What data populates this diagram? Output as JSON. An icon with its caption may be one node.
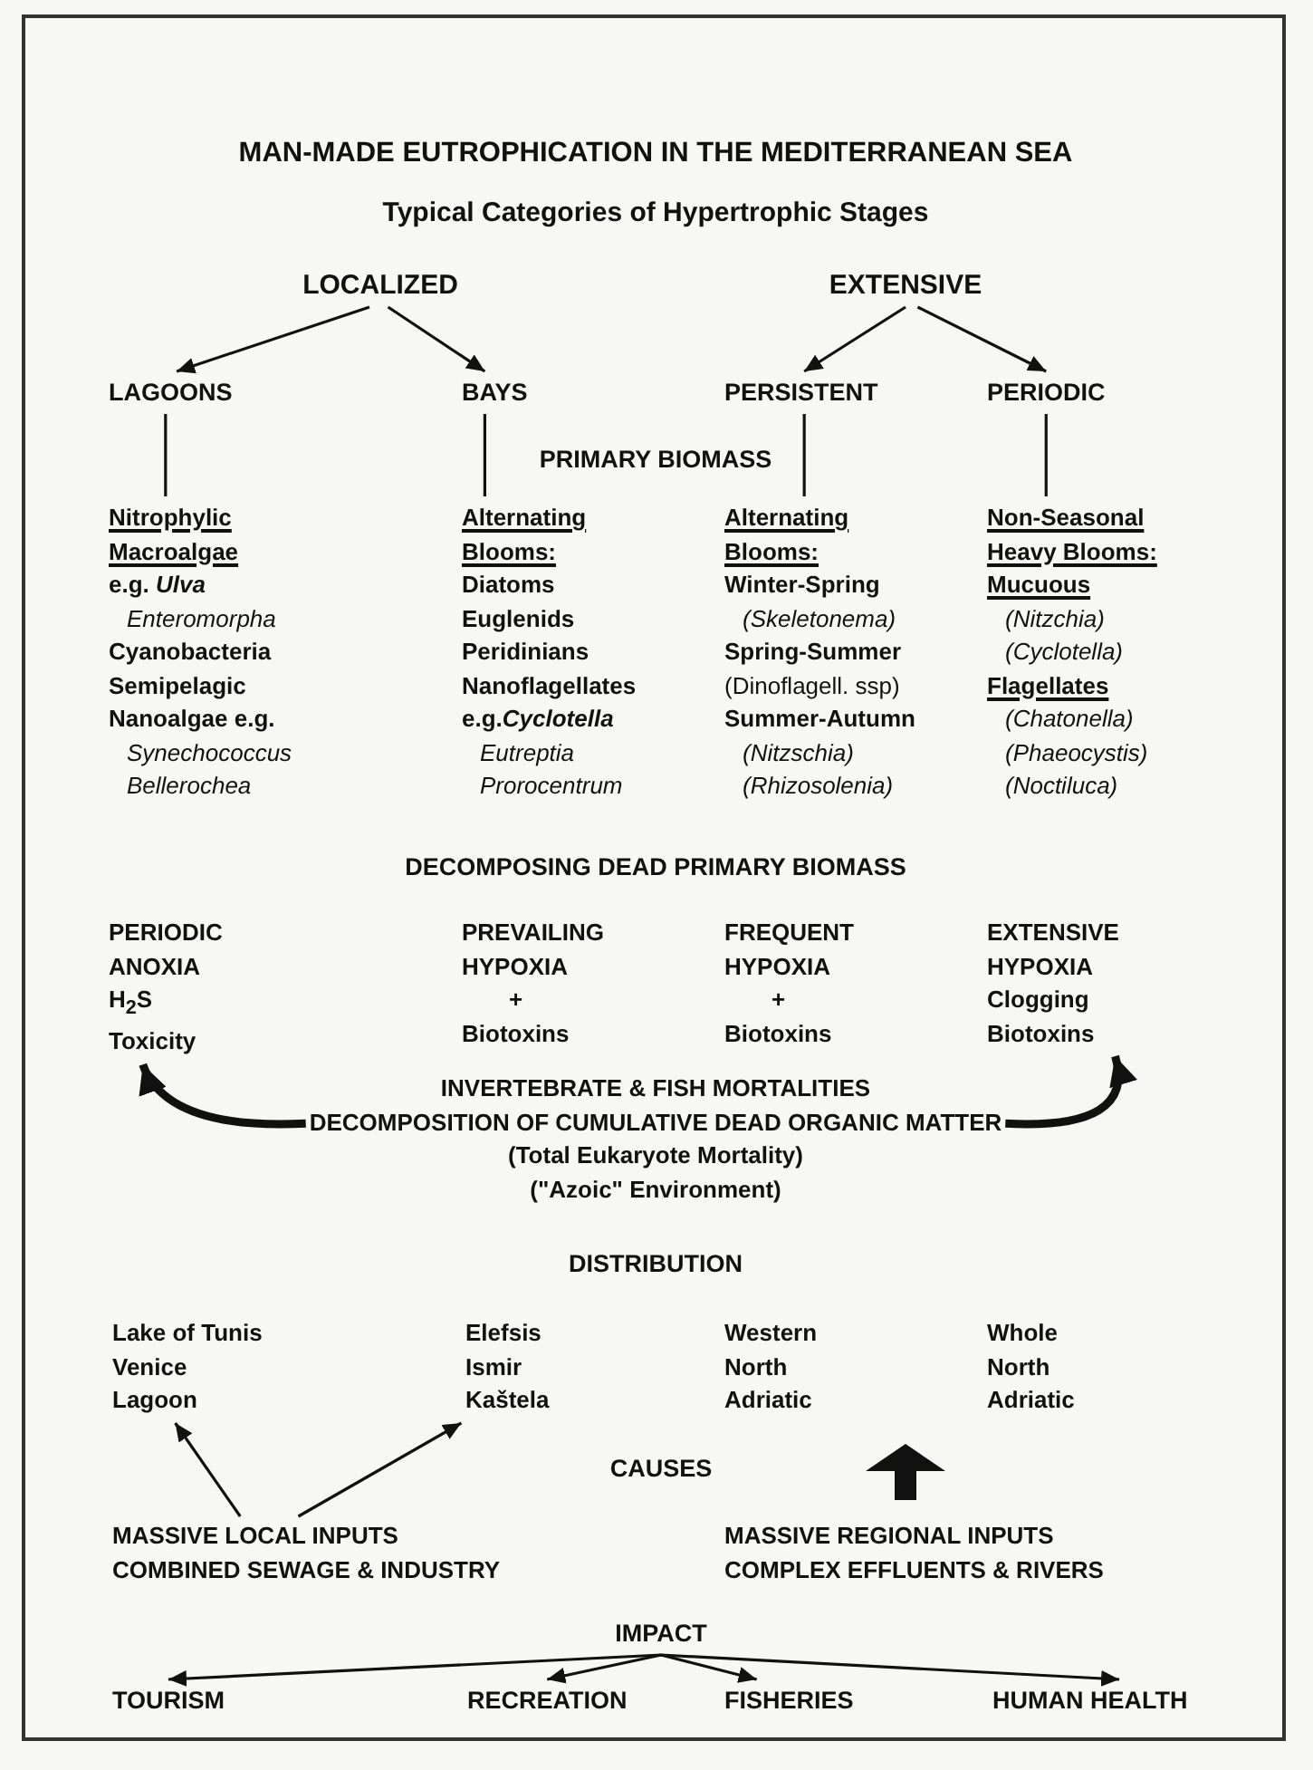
{
  "diagram": {
    "title": "MAN-MADE EUTROPHICATION IN THE MEDITERRANEAN SEA",
    "nodes": [
      {
        "text": [
          "LOCALIZED"
        ]
      },
      {
        "text": [
          "EXTENSIVE"
        ]
      },
      {
        "text": [
          "LAGOONS"
        ]
      },
      {
        "text": [
          "BAYS"
        ]
      },
      {
        "text": [
          "PERSISTENT"
        ]
      },
      {
        "text": [
          "PERIODIC"
        ]
      },
      {
        "text": [
          "Nitrophylic",
          "Macroalgae",
          "e.g. *Ulva*",
          "Enteromorpha",
          "Cyanobacteria",
          "Semipelagic",
          "Nanoalgae e.g.",
          "Synechococcus",
          "Bellerochea"
        ]
      },
      {
        "text": [
          "Alternating",
          "Blooms:",
          "Diatoms",
          "Euglenids",
          "Peridinians",
          "Nanoflagellates",
          "e.g.*Cyclotella*",
          "Eutreptia",
          "Prorocentrum"
        ]
      },
      {
        "text": [
          "Alternating",
          "Blooms:",
          "Winter-Spring",
          "(Skeletonema)",
          "Spring-Summer",
          "(Dinoflagell. ssp)",
          "Summer-Autumn",
          "(Nitzschia)",
          "(Rhizosolenia)"
        ]
      },
      {
        "text": [
          "Non-Seasonal",
          "Heavy Blooms:",
          "Mucuous",
          "(Nitzchia)",
          "(Cyclotella)",
          "Flagellates",
          "(Chatonella)",
          "(Phaeocystis)",
          "(Noctiluca)"
        ]
      },
      {
        "text": [
          "PERIODIC",
          "ANOXIA",
          "H$_{2}$S",
          "Toxicity"
        ]
      },
      {
        "text": [
          "PREVAILING",
          "HYPOXIA",
          "+",
          "Biotoxins"
        ]
      },
      {
        "text": [
          "FREQUENT",
          "HYPOXIA",
          "+",
          "Biotoxins"
        ]
      },
      {
        "text": [
          "EXTENSIVE",
          "HYPOXIA",
          "Clogging",
          "Biotoxins"
        ]
      },
      {
        "text": [
          "INVERTEBRATE & FISH MORTALITIES",
          "DECOMPOSITION OF CUMULATIVE DEAD ORGANIC MATTER",
          "(Total Eukaryote Mortality)",
          "(\"Azoic\" Environment)"
        ]
      },
      {
        "text": [
          "Lake of Tunis",
          "Venice",
          "Lagoon"
        ]
      },
      {
        "text": [
          "Elefsis",
          "Ismir",
          "Kaštela"
        ]
      },
      {
        "text": [
          "Western",
          "North",
          "Adriatic"
        ]
      },
      {
        "text": [
          "Whole",
          "North",
          "Adriatic"
        ]
      },
      {
        "text": [
          "MASSIVE LOCAL INPUTS",
          "COMBINED SEWAGE & INDUSTRY"
        ]
      },
      {
        "text": [
          "MASSIVE REGIONAL INPUTS",
          "COMPLEX EFFLUENTS & RIVERS"
        ]
      },
      {
        "text": [
          "IMPACT"
        ]
      },
      {
        "text": [
          "TOURISM"
        ]
      },
      {
        "text": [
          "RECREATION"
        ]
      },
      {
        "text": [
          "FISHERIES"
        ]
      },
      {
        "text": [
          "HUMAN HEALTH"
        ]
      }
    ],
    "edges": [
      {
        "from": 0,
        "to": 2,
        "arrow": "to"
      },
      {
        "from": 0,
        "to": 3,
        "arrow": "to"
      },
      {
        "from": 1,
        "to": 4,
        "arrow": "to"
      },
      {
        "from": 1,
        "to": 5,
        "arrow": "to"
      },
      {
        "from": 2,
        "to": 6,
        "arrow": "none"
      },
      {
        "from": 3,
        "to": 7,
        "arrow": "none"
      },
      {
        "from": 4,
        "to": 8,
        "arrow": "none"
      },
      {
        "from": 5,
        "to": 9,
        "arrow": "none"
      },
      {
        "from": 14,
        "to": 10,
        "arrow": "to",
        "style": "thick"
      },
      {
        "from": 14,
        "to": 13,
        "arrow": "to",
        "style": "thick"
      },
      {
        "from": 19,
        "to": 15,
        "arrow": "to"
      },
      {
        "from": 19,
        "to": 16,
        "arrow": "to"
      },
      {
        "from": 21,
        "to": 22,
        "arrow": "to"
      },
      {
        "from": 21,
        "to": 23,
        "arrow": "to"
      },
      {
        "from": 21,
        "to": 24,
        "arrow": "to"
      },
      {
        "from": 21,
        "to": 25,
        "arrow": "to"
      }
    ],
    "labels": [
      "Typical Categories of Hypertrophic Stages",
      "PRIMARY BIOMASS",
      "DECOMPOSING DEAD PRIMARY BIOMASS",
      "DISTRIBUTION",
      "CAUSES"
    ]
  }
}
